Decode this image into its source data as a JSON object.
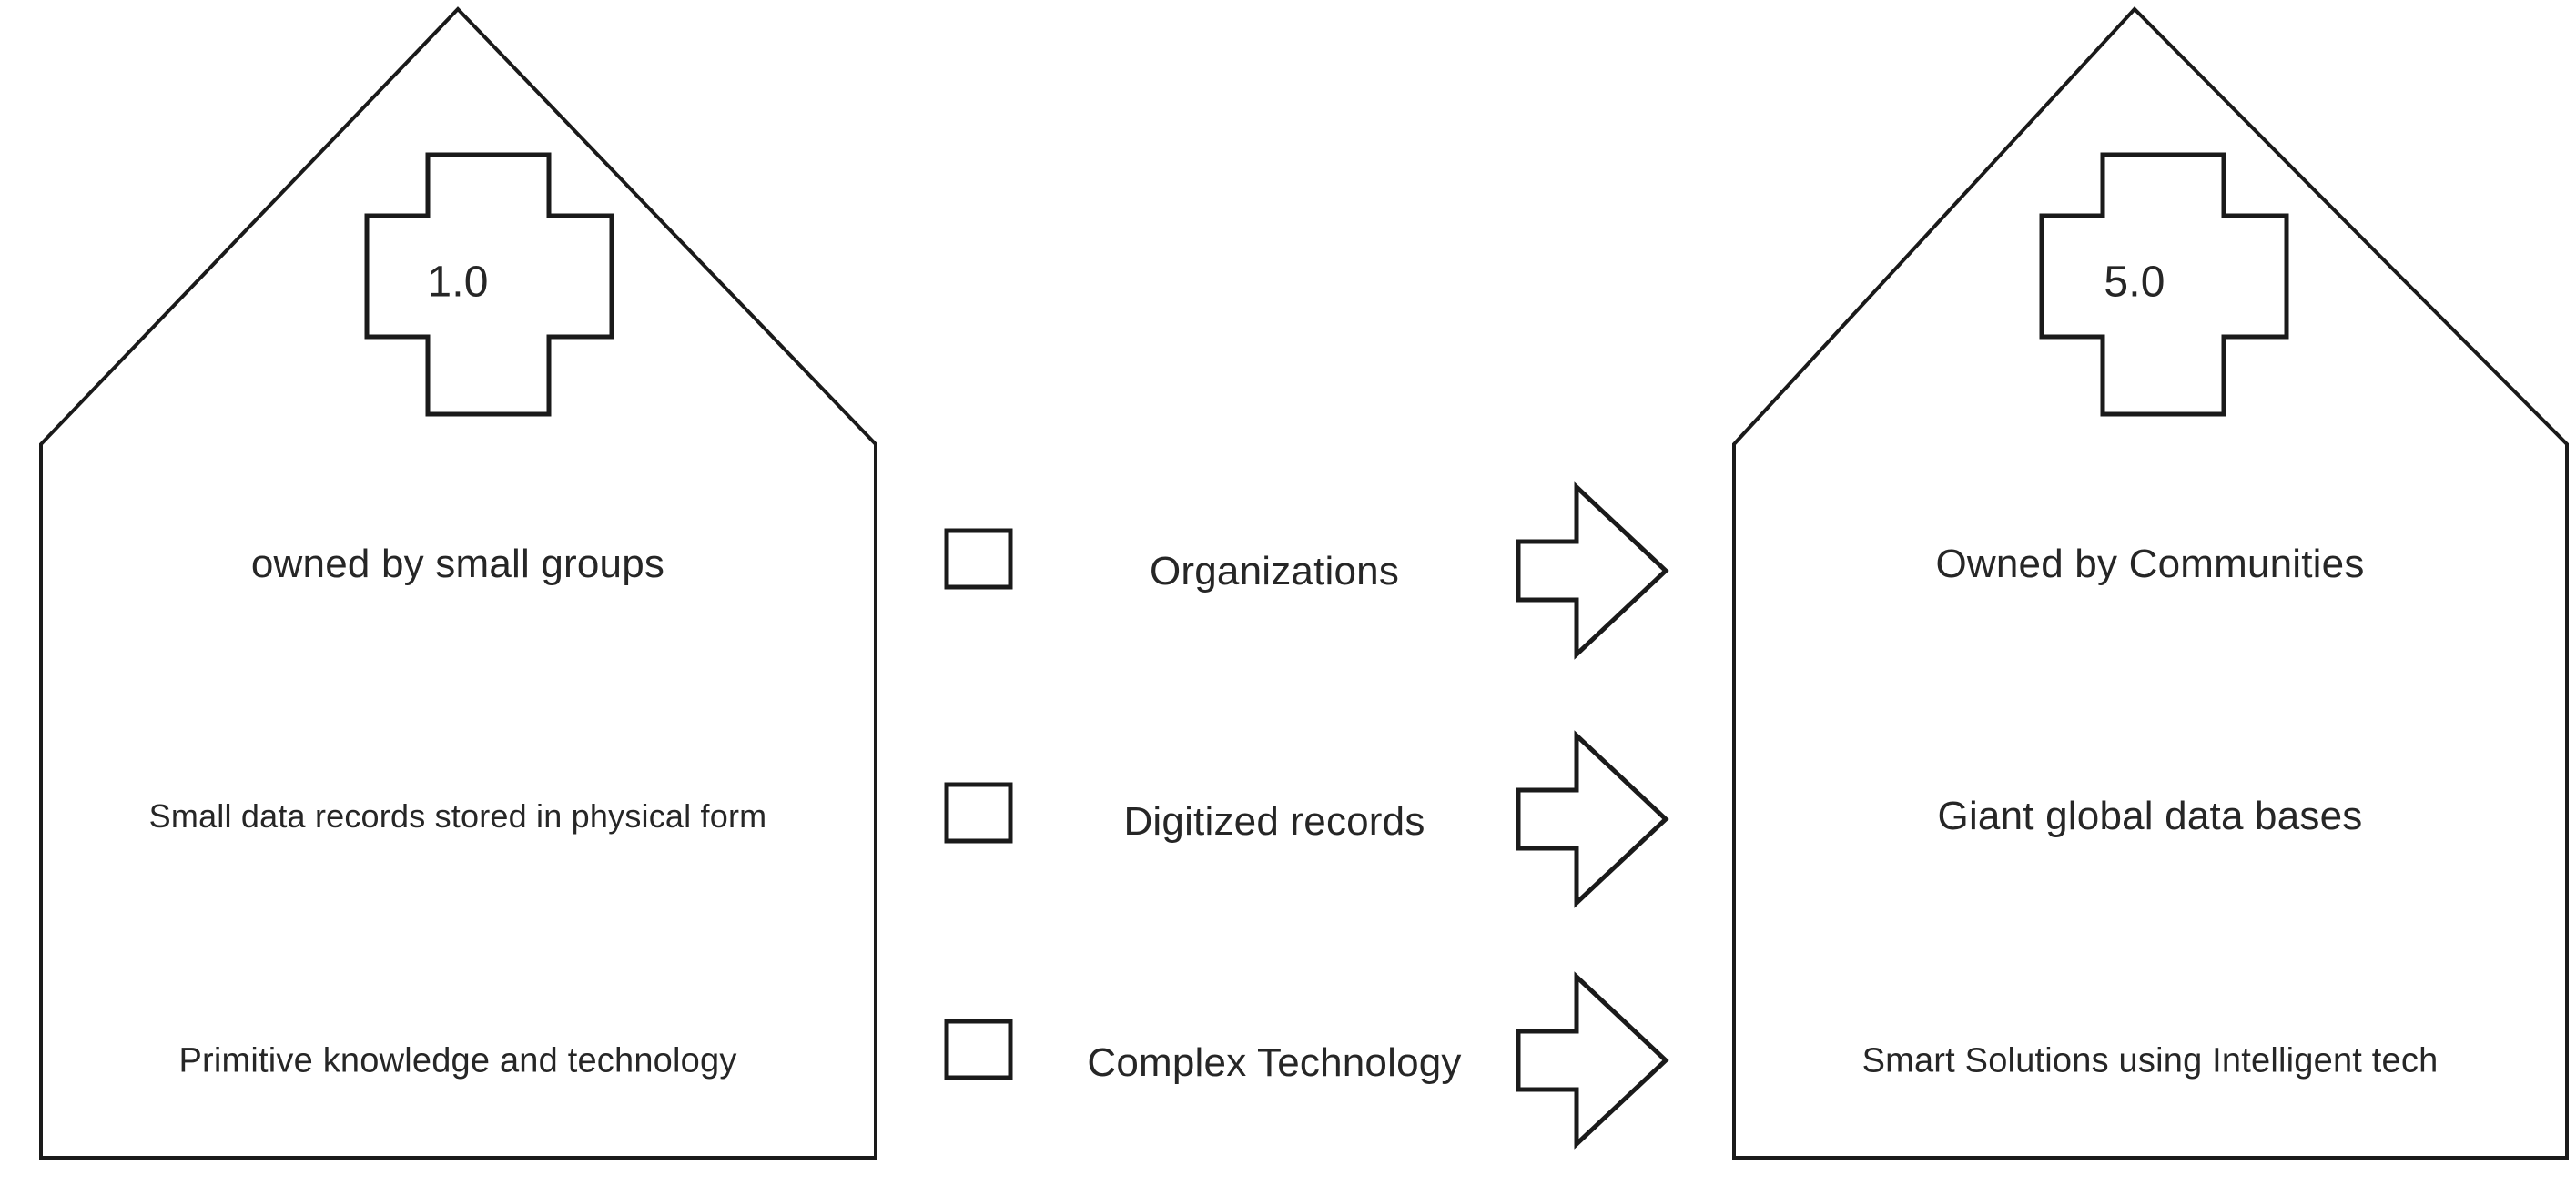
{
  "diagram": {
    "type": "comparison-transition",
    "title": "",
    "background_color": "#ffffff",
    "stroke_color": "#1a1a1a",
    "text_color": "#262626"
  },
  "left_house": {
    "name": "society-1-0-house",
    "era_badge": {
      "shape": "plus-cross",
      "label": "1.0"
    },
    "rows": [
      {
        "text": "owned by small groups"
      },
      {
        "text": "Small data records stored in physical form"
      },
      {
        "text": "Primitive knowledge and technology"
      }
    ]
  },
  "middle_column": {
    "name": "transition-drivers",
    "rows": [
      {
        "checkbox": "square-checkbox",
        "label": "Organizations",
        "arrow": "block-arrow-right"
      },
      {
        "checkbox": "square-checkbox",
        "label": "Digitized records",
        "arrow": "block-arrow-right"
      },
      {
        "checkbox": "square-checkbox",
        "label": "Complex Technology",
        "arrow": "block-arrow-right"
      }
    ]
  },
  "right_house": {
    "name": "society-5-0-house",
    "era_badge": {
      "shape": "plus-cross",
      "label": "5.0"
    },
    "rows": [
      {
        "text": "Owned by Communities"
      },
      {
        "text": "Giant global data bases"
      },
      {
        "text": "Smart Solutions using Intelligent tech"
      }
    ]
  }
}
